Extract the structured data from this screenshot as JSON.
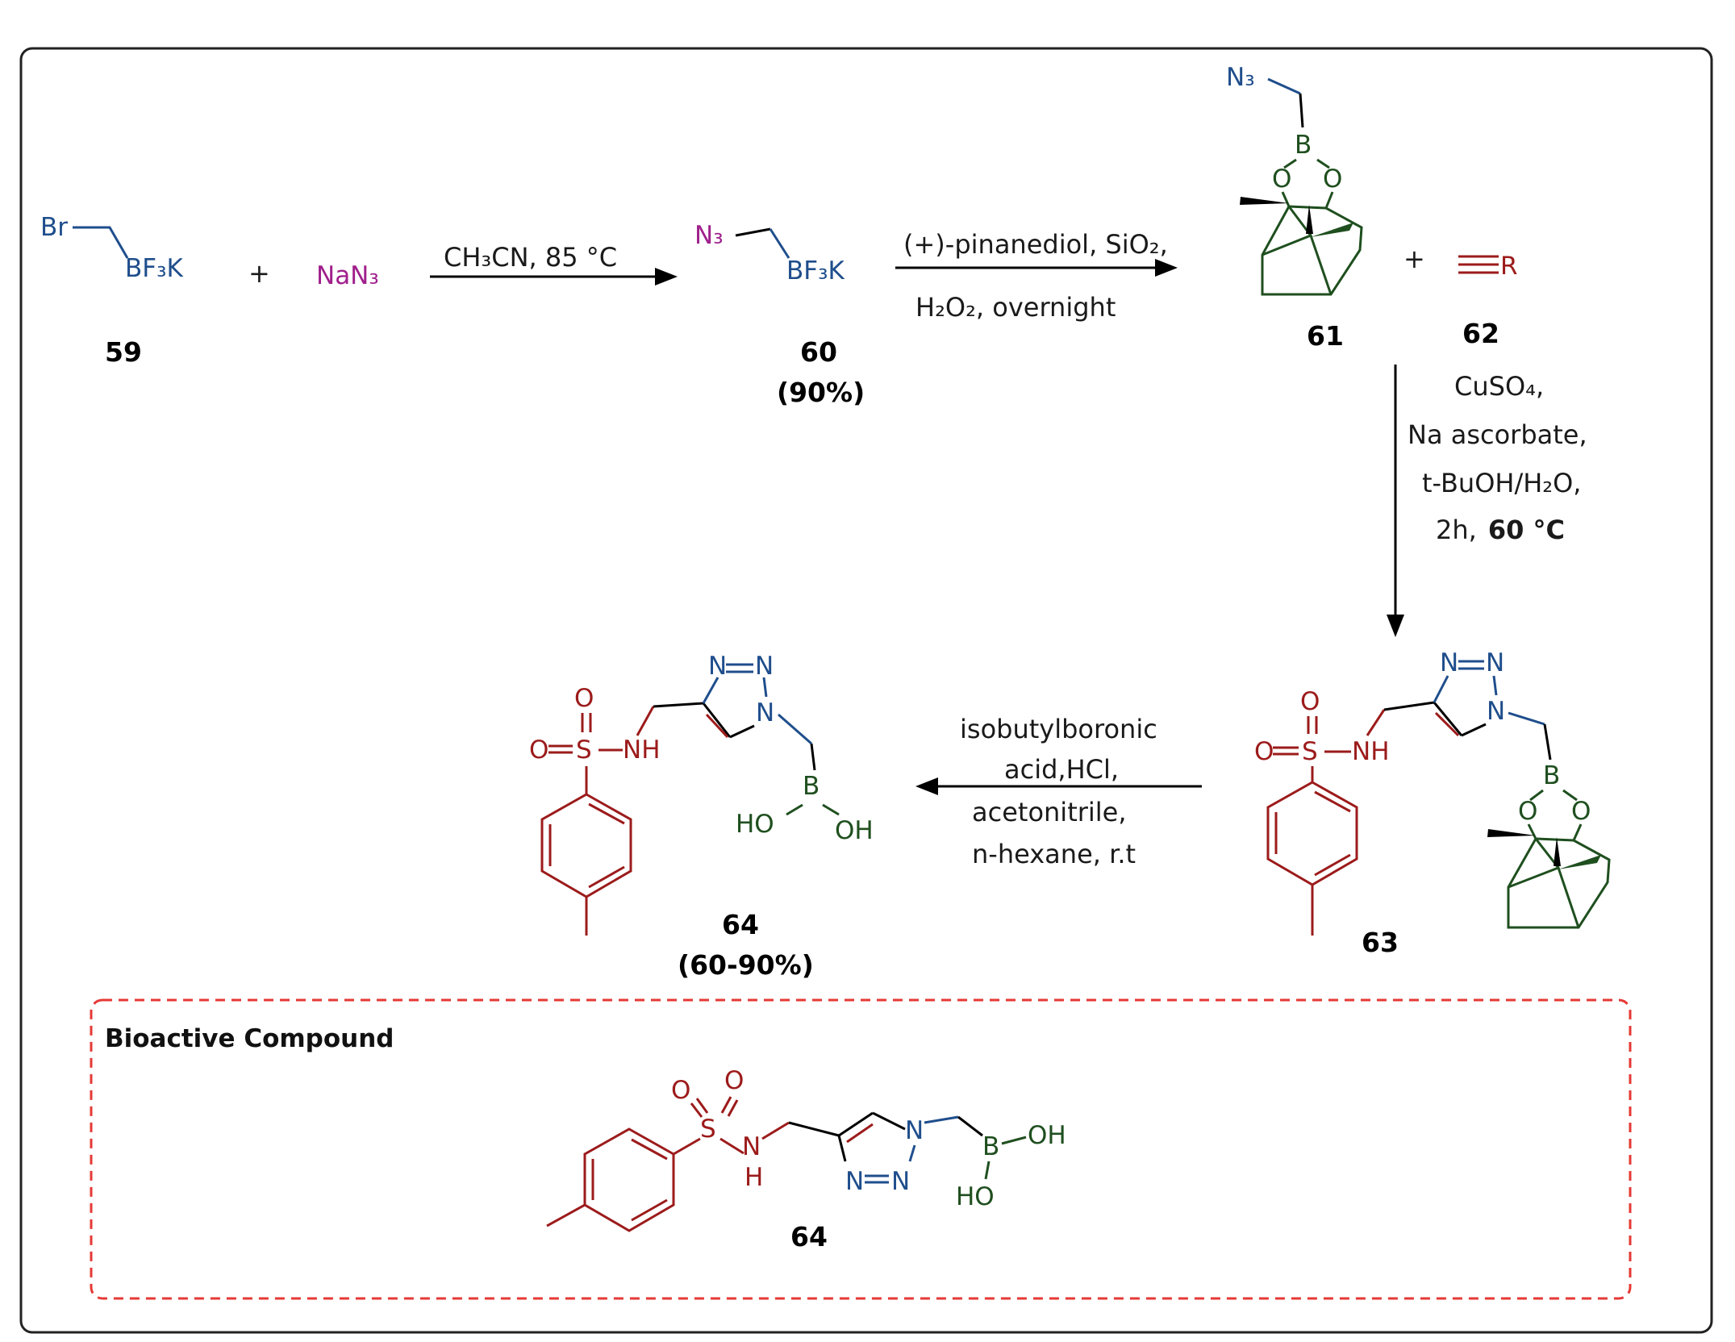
{
  "colors": {
    "frame": "#222222",
    "dashed_box": "#e53935",
    "blue": "#1f4e8c",
    "red": "#9c1b1b",
    "green": "#1f4f1f",
    "magenta": "#a0208c",
    "black": "#000000"
  },
  "labels": {
    "c59": "59",
    "c60": "60",
    "c60_yield": "(90%)",
    "c61": "61",
    "c62": "62",
    "c63": "63",
    "c64a": "64",
    "c64a_yield": "(60-90%)",
    "c64b": "64"
  },
  "reagents": {
    "plus": "+",
    "nan3": "NaN₃"
  },
  "conditions": {
    "step1": "CH₃CN, 85 °C",
    "step2_line1": "(+)-pinanediol, SiO₂,",
    "step2_line2": "H₂O₂, overnight",
    "step3_line1": "CuSO₄,",
    "step3_line2": "Na ascorbate,",
    "step3_line3": "t-BuOH/H₂O,",
    "step3_line4a": "2h,",
    "step3_line4b": "60 °C",
    "step4_line1": "isobutylboronic",
    "step4_line2": "acid,HCl,",
    "step4_line3": "acetonitrile,",
    "step4_line4": "n-hexane, r.t"
  },
  "box": {
    "title": "Bioactive Compound"
  },
  "atoms": {
    "br": "Br",
    "bf3k": "BF₃K",
    "n3": "N₃",
    "b": "B",
    "o": "O",
    "n": "N",
    "nh": "NH",
    "h": "H",
    "s": "S",
    "oh": "OH",
    "ho": "HO",
    "r": "R"
  }
}
